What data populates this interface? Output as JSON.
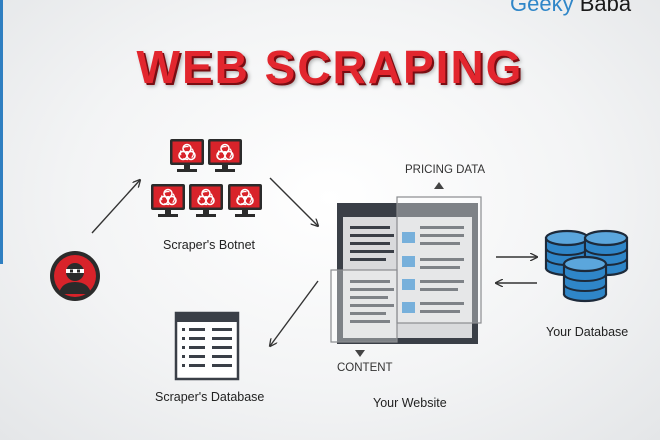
{
  "header": {
    "brand_part1": "Geeky",
    "brand_part2": " Baba",
    "title": "WEB SCRAPING"
  },
  "labels": {
    "botnet": "Scraper's Botnet",
    "scraper_database": "Scraper's Database",
    "pricing_data": "PRICING DATA",
    "content": "CONTENT",
    "your_website": "Your Website",
    "your_database": "Your Database"
  },
  "colors": {
    "title_red": "#e2262e",
    "bot_red": "#d8232a",
    "server_blue": "#2f86c8",
    "dark": "#2b2b2b"
  },
  "icons": {
    "attacker": "masked-hacker-icon",
    "botnet": "biohazard-monitor-icon",
    "scraper_database": "document-list-icon",
    "website": "web-page-icon",
    "database": "database-cylinder-icon"
  }
}
